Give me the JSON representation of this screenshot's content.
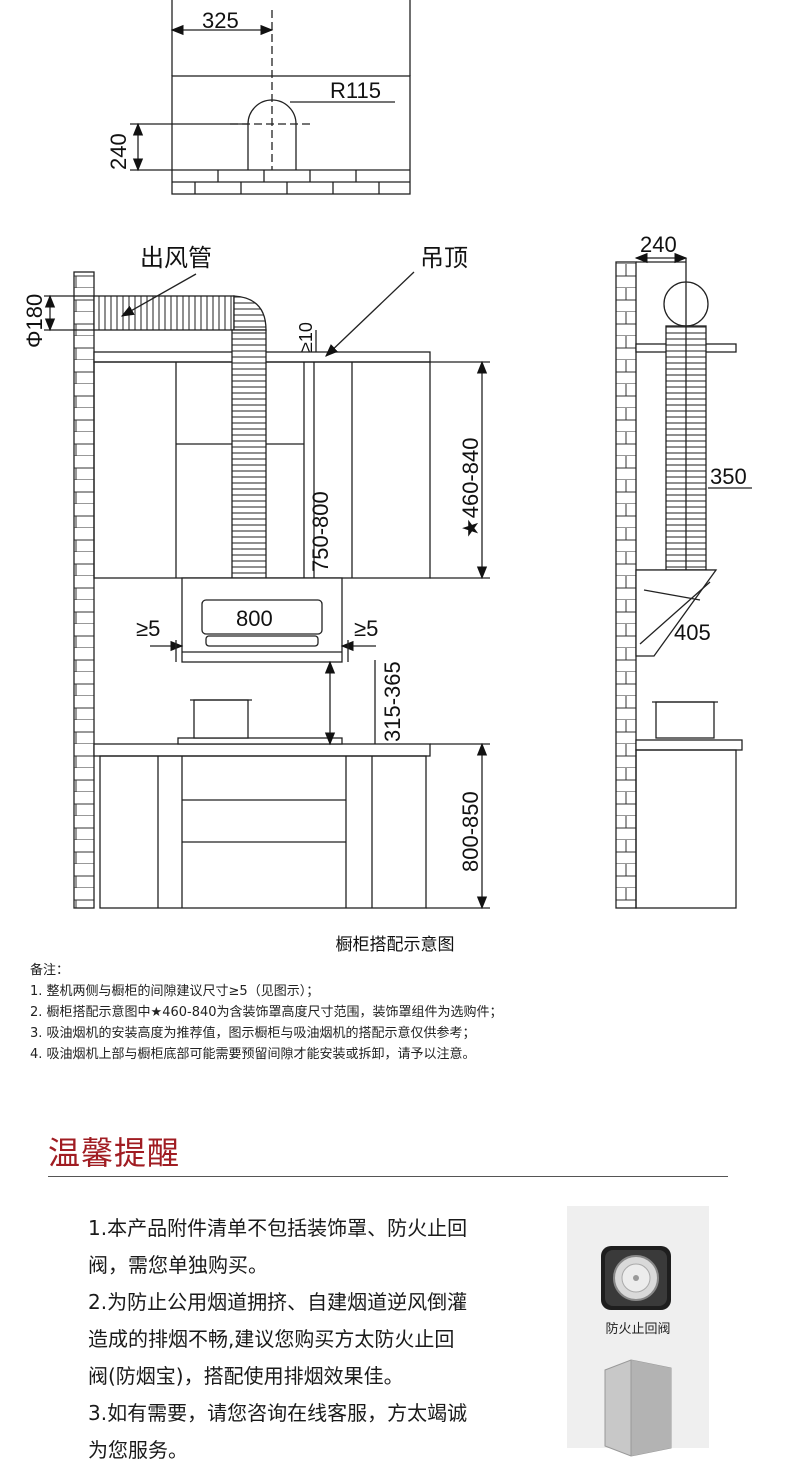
{
  "diagram": {
    "top": {
      "width_dim": "325",
      "radius_dim": "R115",
      "height_dim": "240"
    },
    "front": {
      "duct_label": "出风管",
      "ceiling_label": "吊顶",
      "duct_diameter": "Φ180",
      "gap_top": "≥10",
      "range_star": "★460-840",
      "hood_height": "750-800",
      "hood_width": "800",
      "gap_left": "≥5",
      "gap_right": "≥5",
      "stove_gap": "315-365",
      "counter_height": "800-850"
    },
    "side": {
      "depth_top": "240",
      "duct_depth": "350",
      "hood_depth": "405"
    },
    "caption": "橱柜搭配示意图"
  },
  "notes": {
    "title": "备注：",
    "items": [
      "1. 整机两侧与橱柜的间隙建议尺寸≥5（见图示）；",
      "2. 橱柜搭配示意图中★460-840为含装饰罩高度尺寸范围，装饰罩组件为选购件；",
      "3. 吸油烟机的安装高度为推荐值，图示橱柜与吸油烟机的搭配示意仅供参考；",
      "4. 吸油烟机上部与橱柜底部可能需要预留间隙才能安装或拆卸，请予以注意。"
    ]
  },
  "reminder": {
    "title": "温馨提醒",
    "lines": [
      "1.本产品附件清单不包括装饰罩、防火止回",
      "阀，需您单独购买。",
      "2.为防止公用烟道拥挤、自建烟道逆风倒灌",
      "造成的排烟不畅,建议您购买方太防火止回",
      "阀(防烟宝)，搭配使用排烟效果佳。",
      "3.如有需要，请您咨询在线客服，方太竭诚",
      "为您服务。"
    ]
  },
  "accessory": {
    "valve_label": "防火止回阀"
  },
  "colors": {
    "title_red": "#a01c22",
    "line": "#222222"
  }
}
